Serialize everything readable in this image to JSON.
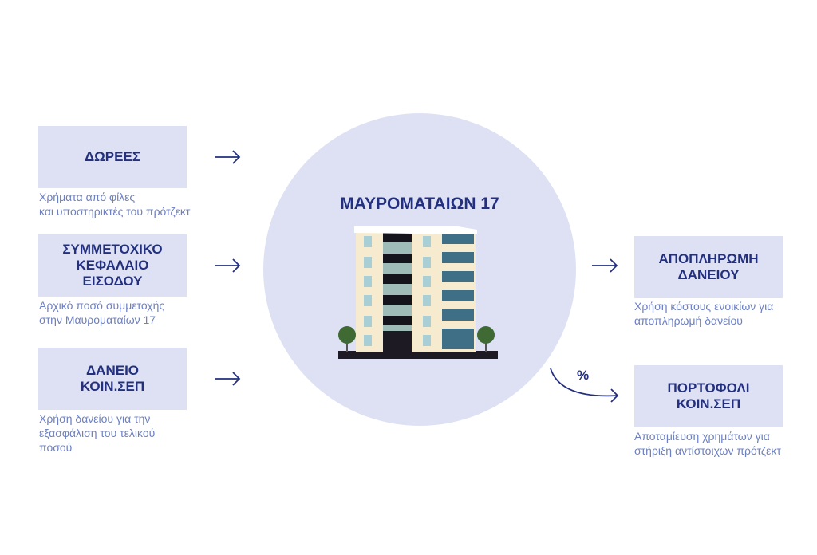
{
  "center": {
    "title": "ΜΑΥΡΟΜΑΤΑΙΩΝ 17"
  },
  "inputs": [
    {
      "label": "ΔΩΡΕΕΣ",
      "description": "Χρήματα από φίλες\nκαι υποστηρικτές του πρότζεκτ"
    },
    {
      "label": "ΣΥΜΜΕΤΟΧΙΚΟ\nΚΕΦΑΛΑΙΟ\nΕΙΣΟΔΟΥ",
      "description": "Αρχικό ποσό συμμετοχής\nστην Μαυροματαίων 17"
    },
    {
      "label": "ΔΑΝΕΙΟ\nΚΟΙΝ.ΣΕΠ",
      "description": "Χρήση δανείου για την\nεξασφάλιση του τελικού\nποσού"
    }
  ],
  "outputs": [
    {
      "label": "ΑΠΟΠΛΗΡΩΜΗ\nΔΑΝΕΙΟΥ",
      "description": "Χρήση κόστους ενοικίων για\nαποπληρωμή δανείου"
    },
    {
      "label": "ΠΟΡΤΟΦΟΛΙ\nΚΟΙΝ.ΣΕΠ",
      "description": "Αποταμίευση χρημάτων για\nστήριξη αντίστοιχων πρότζεκτ"
    }
  ],
  "percent_label": "%",
  "colors": {
    "box": "#dde1f3",
    "text": "#23307f",
    "desc": "#6d80c2"
  }
}
